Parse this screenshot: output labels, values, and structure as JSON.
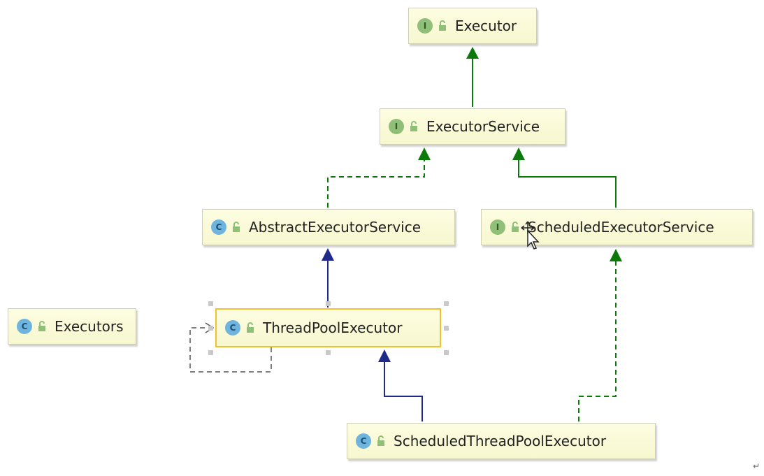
{
  "nodes": {
    "executor": {
      "label": "Executor",
      "kind": "I"
    },
    "executor_service": {
      "label": "ExecutorService",
      "kind": "I"
    },
    "abstract_executor_service": {
      "label": "AbstractExecutorService",
      "kind": "C"
    },
    "scheduled_executor_service": {
      "label": "ScheduledExecutorService",
      "kind": "I"
    },
    "executors": {
      "label": "Executors",
      "kind": "C"
    },
    "thread_pool_executor": {
      "label": "ThreadPoolExecutor",
      "kind": "C"
    },
    "scheduled_thread_pool_executor": {
      "label": "ScheduledThreadPoolExecutor",
      "kind": "C"
    }
  },
  "colors": {
    "extends_interface": "#0b7a0b",
    "implements": "#0b7a0b",
    "extends_class": "#1f2a8a",
    "dependency": "#555555",
    "selection": "#f2c12e"
  },
  "ui": {
    "edge_marker": "↵"
  }
}
